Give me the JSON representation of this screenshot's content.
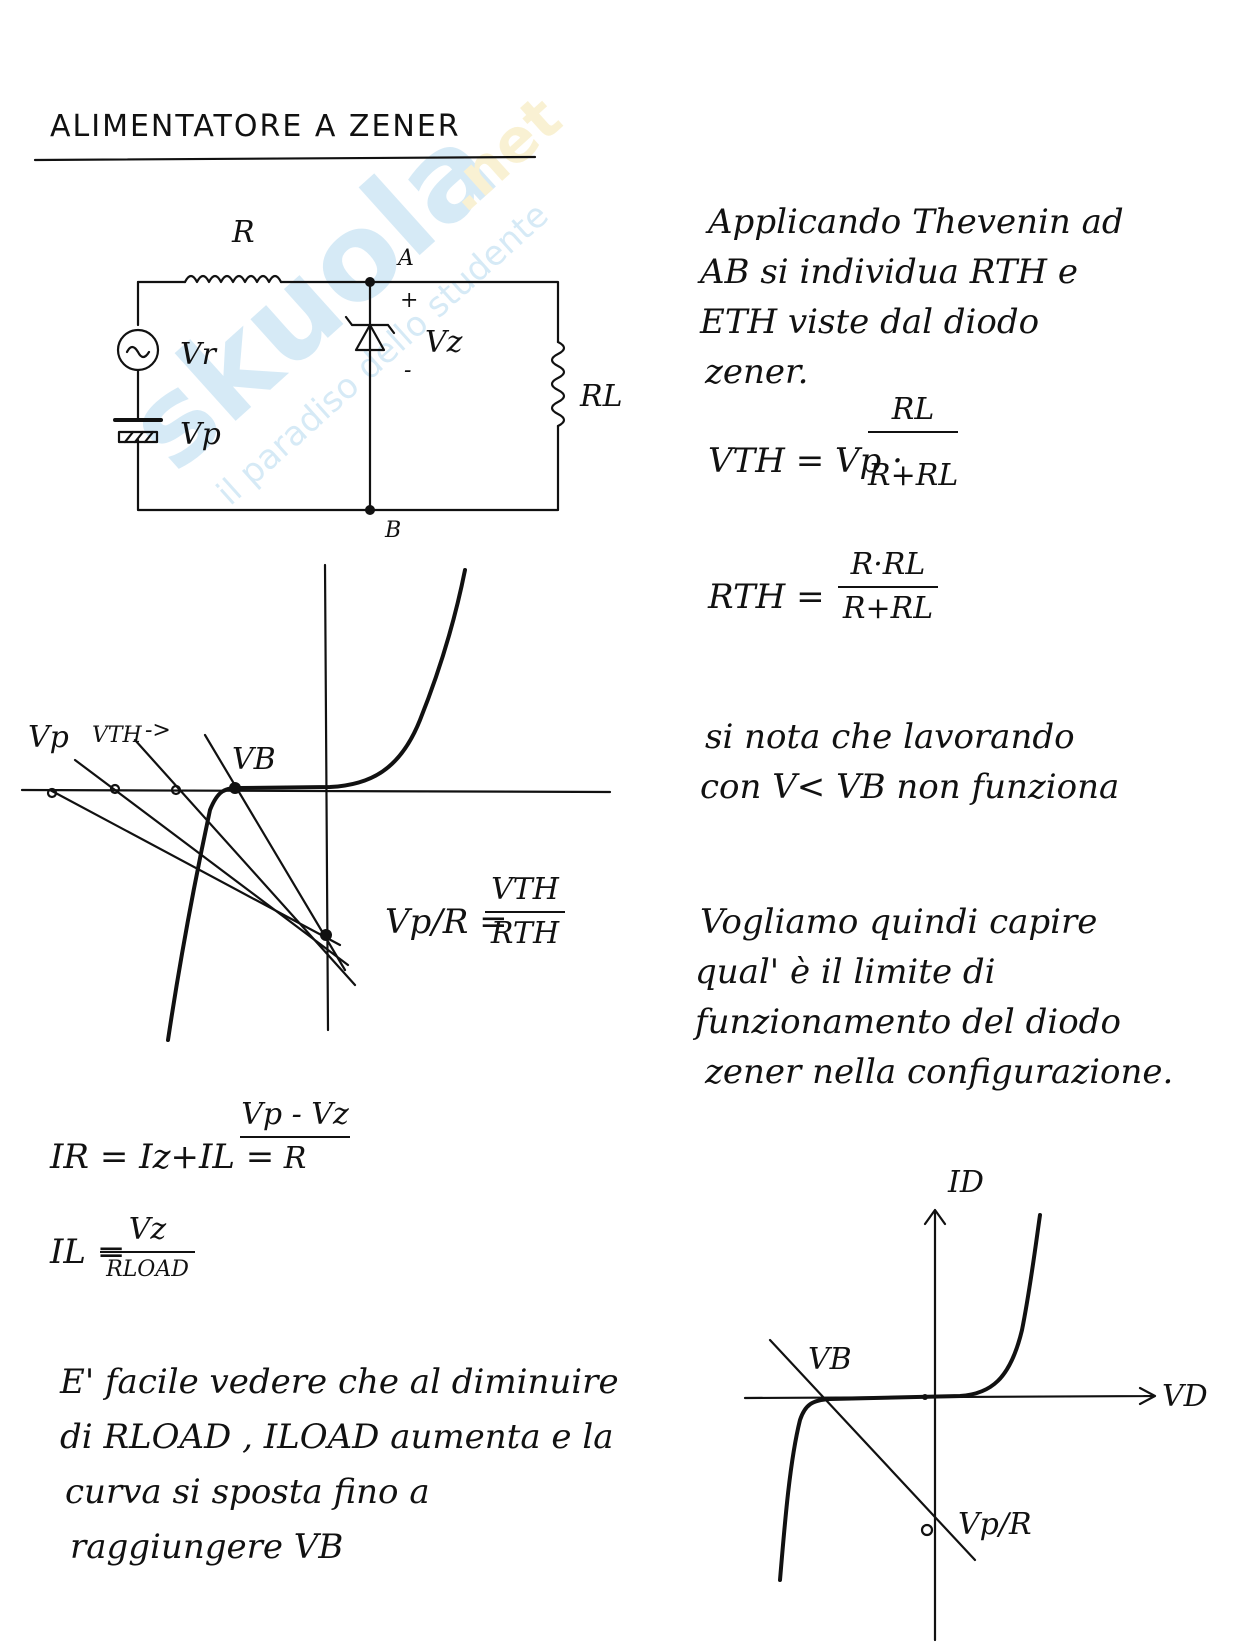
{
  "title": "ALIMENTATORE A ZENER",
  "watermark": {
    "brand": "skuola.net",
    "tagline": "il paradiso dello studente"
  },
  "circuit": {
    "R": "R",
    "A": "A",
    "B": "B",
    "Vz": "Vz",
    "plus": "+",
    "minus": "-",
    "Vr": "Vr",
    "Vp": "Vp",
    "RL": "RL"
  },
  "thevenin_text": [
    "Applicando Thevenin ad",
    "AB si individua RTH e",
    "ETH viste dal diodo",
    "zener."
  ],
  "vth_eq": {
    "lhs": "VTH = Vp ·",
    "num": "RL",
    "den": "R+RL"
  },
  "rth_eq": {
    "lhs": "RTH =",
    "num": "R·RL",
    "den": "R+RL"
  },
  "graph1": {
    "vp": "Vp",
    "vth": "VTH",
    "arrow": "->",
    "vb": "VB",
    "vpr_lhs": "Vp/R =",
    "vpr_num": "VTH",
    "vpr_den": "RTH"
  },
  "note1": [
    "si nota che lavorando",
    "con V< VB non funziona"
  ],
  "note2": [
    "Vogliamo quindi capire",
    "qual' è il limite di",
    "funzionamento del diodo",
    "zener nella configurazione."
  ],
  "ir_eq": {
    "lhs": "IR = Iz+IL =",
    "num": "Vp - Vz",
    "den": "R"
  },
  "il_eq": {
    "lhs": "IL =",
    "num": "Vz",
    "den": "RLOAD"
  },
  "conclusion": [
    "E' facile vedere che al diminuire",
    "di RLOAD , ILOAD aumenta e la",
    "curva si sposta fino a",
    "raggiungere VB"
  ],
  "graph2": {
    "id": "ID",
    "vd": "VD",
    "vb": "VB",
    "vpr": "Vp/R"
  }
}
